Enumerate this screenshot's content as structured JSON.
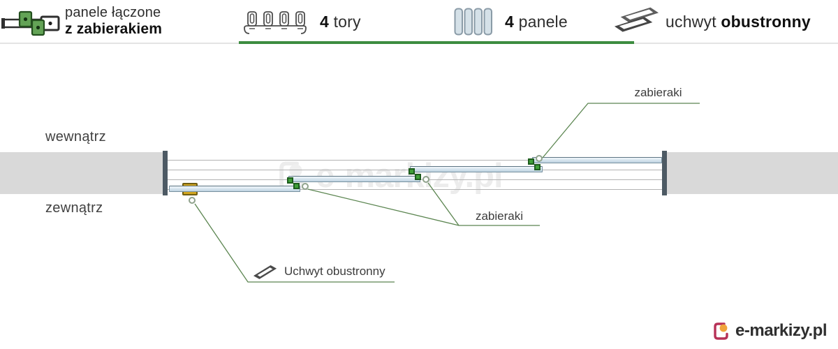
{
  "header": {
    "items": [
      {
        "icon": "panels-joined-with-carrier-icon",
        "line1": "panele łączone",
        "line2": "z zabierakiem"
      },
      {
        "icon": "four-tracks-profile-icon",
        "count": "4",
        "label": "tory"
      },
      {
        "icon": "four-panels-icon",
        "count": "4",
        "label": "panele"
      },
      {
        "icon": "double-sided-handle-icon",
        "label": "uchwyt",
        "label_bold": "obustronny"
      }
    ]
  },
  "diagram": {
    "inside_label": "wewnątrz",
    "outside_label": "zewnątrz",
    "callouts": {
      "carriers_top": "zabieraki",
      "carriers_middle": "zabieraki",
      "handle": "Uchwyt obustronny"
    },
    "watermark": "e-markizy.pl"
  },
  "footer": {
    "brand": "e-markizy.pl"
  },
  "colors": {
    "accent_green": "#3d8c40",
    "leader_green": "#5b8550",
    "carrier_green": "#3fa039",
    "handle_yellow": "#d2a51f",
    "panel_fill": "#dbe8f1",
    "wall_gray": "#d9d9d9",
    "post_slate": "#4d5a64",
    "logo_crimson": "#b73157",
    "logo_orange": "#f0a43c"
  }
}
